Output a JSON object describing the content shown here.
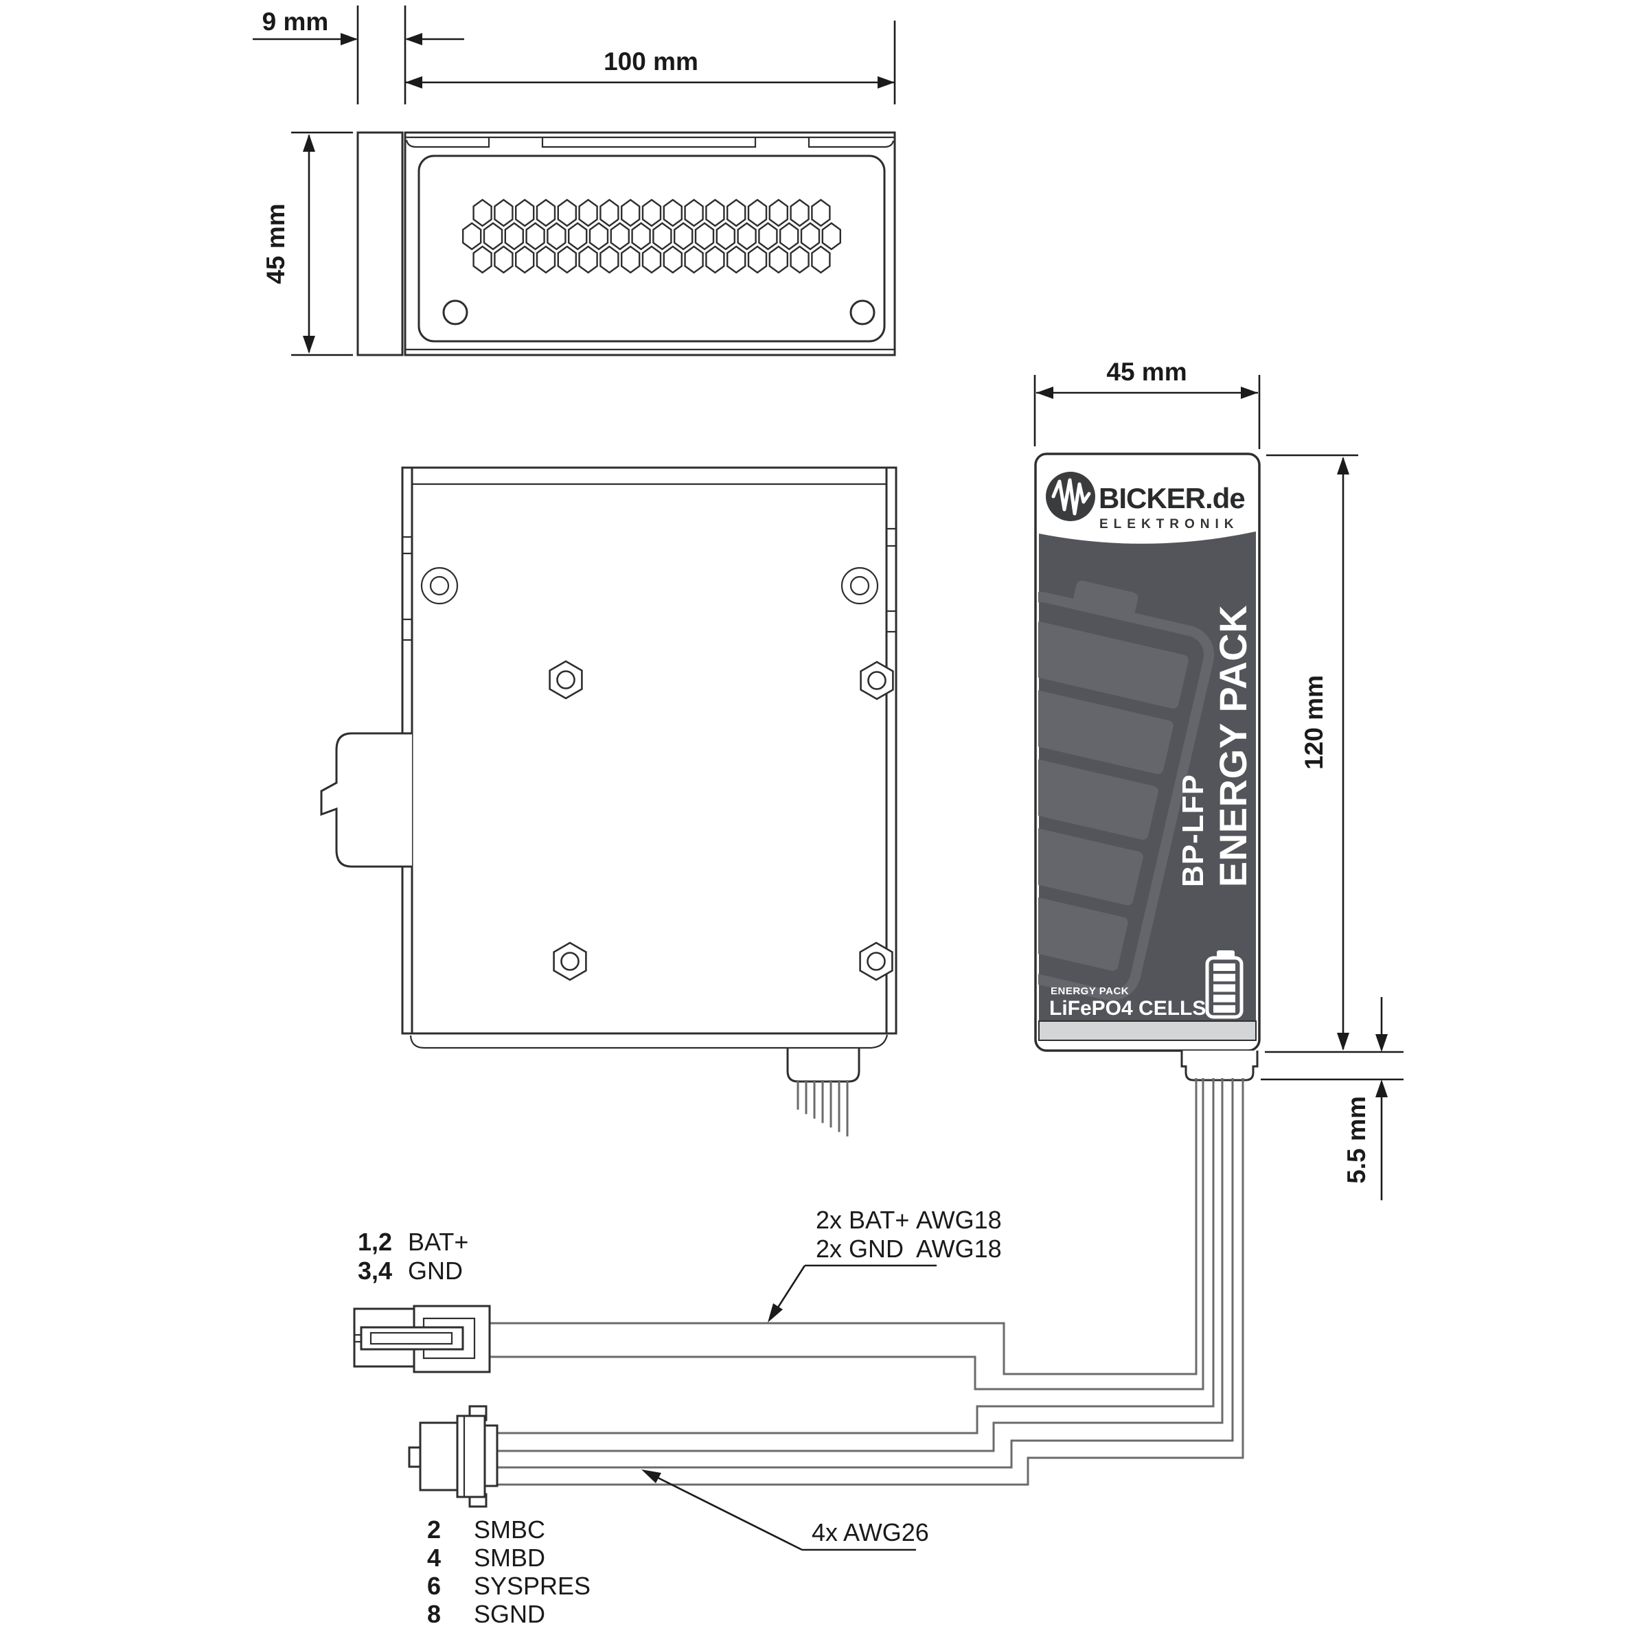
{
  "colors": {
    "line": "#2E2E2F",
    "dim_line": "#1B1B1B",
    "wire_gray": "#6B6B6B",
    "card_dark": "#54555A",
    "watermark_gray": "#64666B",
    "band_light": "#D4D5D7",
    "logo_circle_dark": "#3B3C3E",
    "text_dark": "#1A1A1A",
    "white": "#FFFFFF"
  },
  "top_view": {
    "side_width_label": "9 mm",
    "width_label": "100 mm",
    "height_label": "45 mm",
    "vent_rows": [
      17,
      18,
      17
    ]
  },
  "side_view": {
    "wire_count": 7
  },
  "front_view": {
    "width_label": "45 mm",
    "height_label": "120 mm",
    "connector_height_label": "5.5 mm",
    "brand": "BICKER.de",
    "brand_subtitle": "ELEKTRONIK",
    "model": "BP-LFP",
    "series": "ENERGY PACK",
    "footer_eyebrow": "ENERGY PACK",
    "footer_title": "LiFePO4 CELLS",
    "battery_icon_bars": 5,
    "watermark_bars": 5,
    "wire_count": 6
  },
  "power_connector": {
    "pin_rows": [
      {
        "pins": "1,2",
        "signal": "BAT+"
      },
      {
        "pins": "3,4",
        "signal": "GND"
      }
    ],
    "cable_note_rows": [
      {
        "qty": "2x BAT+",
        "gauge": "AWG18"
      },
      {
        "qty": "2x GND",
        "gauge": "AWG18"
      }
    ]
  },
  "signal_connector": {
    "pin_rows": [
      {
        "pin": "2",
        "signal": "SMBC"
      },
      {
        "pin": "4",
        "signal": "SMBD"
      },
      {
        "pin": "6",
        "signal": "SYSPRES"
      },
      {
        "pin": "8",
        "signal": "SGND"
      }
    ],
    "cable_note": "4x AWG26"
  }
}
